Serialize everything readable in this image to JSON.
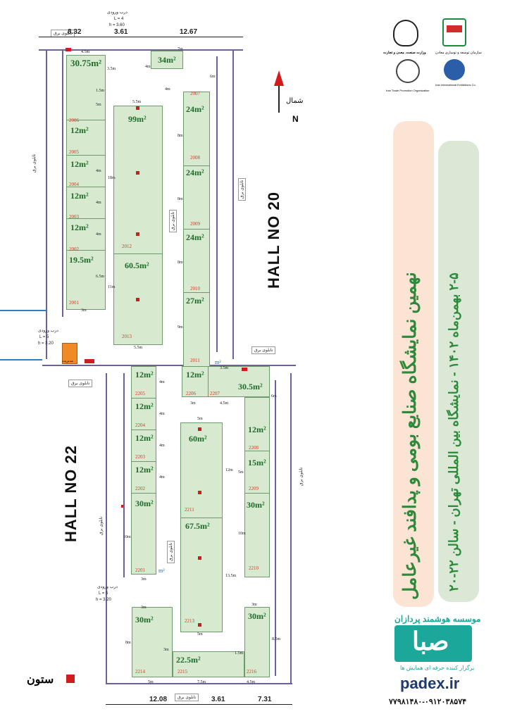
{
  "halls": {
    "hall20": "HALL NO 20",
    "hall22": "HALL NO 22"
  },
  "north": {
    "label_fa": "شمال",
    "label": "N"
  },
  "entrances": [
    {
      "title": "درب ورودی",
      "l": "L = 4",
      "h": "h = 3.60"
    },
    {
      "title": "درب ورودی",
      "l": "L = 5",
      "h": "h = 3.20"
    },
    {
      "title": "درب ورودی",
      "l": "L = 5",
      "h": "h = 3.20"
    }
  ],
  "panel_label": "تابلوی برق",
  "management": "مدیریت",
  "legend": {
    "label": "ستون",
    "color": "#d01c1c"
  },
  "top_widths": [
    "8.32",
    "3.61",
    "12.67"
  ],
  "bottom_widths": [
    "12.08",
    "3.61",
    "7.31"
  ],
  "booths": [
    {
      "num": "",
      "area": "30.75m²"
    },
    {
      "num": "2006",
      "area": "12m²"
    },
    {
      "num": "2005",
      "area": "12m²"
    },
    {
      "num": "2004",
      "area": "12m²"
    },
    {
      "num": "2003",
      "area": "12m²"
    },
    {
      "num": "2002",
      "area": "19.5m²"
    },
    {
      "num": "2001",
      "area": ""
    },
    {
      "num": "2012",
      "area": "99m²"
    },
    {
      "num": "2013",
      "area": "60.5m²"
    },
    {
      "num": "",
      "area": "34m²"
    },
    {
      "num": "2007",
      "area": "24m²"
    },
    {
      "num": "2008",
      "area": "24m²"
    },
    {
      "num": "2009",
      "area": "24m²"
    },
    {
      "num": "2010",
      "area": "27m²"
    },
    {
      "num": "2011",
      "area": "12m²"
    },
    {
      "num": "2205",
      "area": "12m²"
    },
    {
      "num": "2204",
      "area": "12m²"
    },
    {
      "num": "2203",
      "area": "12m²"
    },
    {
      "num": "2202",
      "area": "12m²"
    },
    {
      "num": "2201",
      "area": "30m²"
    },
    {
      "num": "2206",
      "area": ""
    },
    {
      "num": "2207",
      "area": "30.5m²"
    },
    {
      "num": "2208",
      "area": "12m²"
    },
    {
      "num": "2209",
      "area": "15m²"
    },
    {
      "num": "2210",
      "area": "30m²"
    },
    {
      "num": "2211",
      "area": "60m²"
    },
    {
      "num": "2213",
      "area": "67.5m²"
    },
    {
      "num": "2214",
      "area": "30m²"
    },
    {
      "num": "2215",
      "area": "22.5m²"
    },
    {
      "num": "2216",
      "area": "30m²"
    }
  ],
  "dims": [
    "4.5m",
    "3.5m",
    "1.5m",
    "5.5m",
    "5m",
    "4m",
    "4m",
    "4m",
    "6.5m",
    "3m",
    "18m",
    "11m",
    "5.5m",
    "7m",
    "4m",
    "6m",
    "4m",
    "8m",
    "8m",
    "8m",
    "9m",
    "3.5m",
    "4m",
    "4m",
    "4m",
    "4m",
    "10m",
    "3m",
    "3m",
    "4.5m",
    "6m",
    "5m",
    "10m",
    "5m",
    "12m",
    "13.5m",
    "5m",
    "3m",
    "8m",
    "3m",
    "8.5m",
    "1.5m",
    "5m",
    "7.5m",
    "4.5m",
    "3m",
    "m²",
    "m²"
  ],
  "sponsors": {
    "ministry": "وزارت صنعت، معدن و تجارت",
    "org1": "سازمان توسعه و نوسازی معادن",
    "org2": "Iran Trade Promotion Organization",
    "org3": "Iran International Exhibitions Co."
  },
  "event": {
    "title": "نهمین نمایشگاه صنایع بومی و پدافند غیرعامل",
    "subtitle": "۲-۵ بهمن‌ماه ۱۴۰۲ - نمایشگاه بین المللی تهران - سالن ۲۲-۲۰",
    "title_bg": "#fbe4d4",
    "title_color": "#2c8a3a",
    "sub_bg": "#dce8d6",
    "sub_color": "#2c8a3a"
  },
  "organizer": {
    "tag": "موسسه هوشمند پردازان",
    "brand": "صبا",
    "caption": "برگزار کننده حرفه ای همایش ها",
    "site": "padex.ir",
    "phone": "۷۷۹۸۱۴۸۰-۰۹۱۲۰۳۸۵۷۴",
    "color": "#1ba79a"
  }
}
